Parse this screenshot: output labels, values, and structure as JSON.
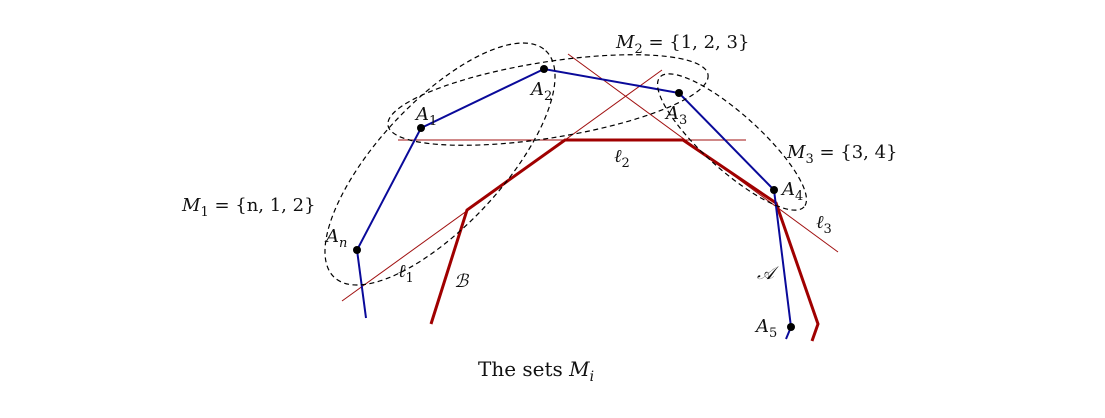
{
  "figure": {
    "caption_text": "The sets ",
    "caption_symbol": "M",
    "caption_subscript": "i",
    "vertices": [
      {
        "name": "A",
        "sub": "1"
      },
      {
        "name": "A",
        "sub": "2"
      },
      {
        "name": "A",
        "sub": "3"
      },
      {
        "name": "A",
        "sub": "4"
      },
      {
        "name": "A",
        "sub": "5"
      },
      {
        "name": "A",
        "sub": "n"
      }
    ],
    "lines": [
      {
        "name": "ℓ",
        "sub": "1"
      },
      {
        "name": "ℓ",
        "sub": "2"
      },
      {
        "name": "ℓ",
        "sub": "3"
      }
    ],
    "polygons": {
      "A": "𝒜",
      "B": "ℬ"
    },
    "sets": [
      {
        "name": "M",
        "sub": "1",
        "value": " = {n, 1, 2}"
      },
      {
        "name": "M",
        "sub": "2",
        "value": " = {1, 2, 3}"
      },
      {
        "name": "M",
        "sub": "3",
        "value": " = {3, 4}"
      }
    ],
    "colors": {
      "polygon_A": "#0a0a9a",
      "polygon_B": "#a00000",
      "line_l": "#a01010",
      "ellipse": "#000000"
    }
  }
}
